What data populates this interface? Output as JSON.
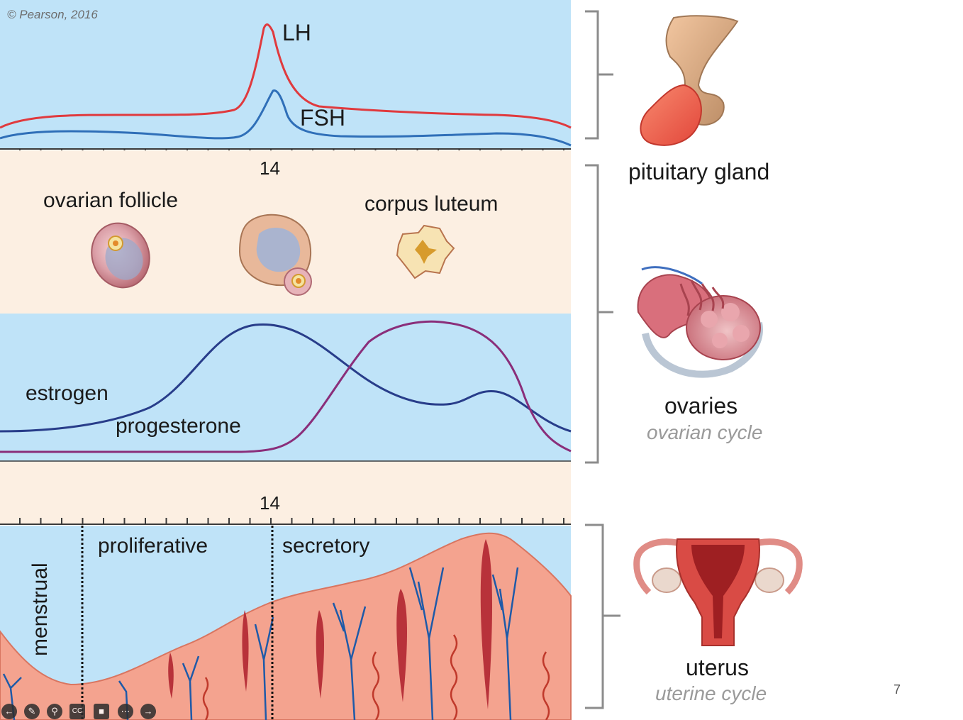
{
  "copyright": "© Pearson, 2016",
  "pituitary_panel": {
    "curve_labels": {
      "lh": "LH",
      "fsh": "FSH"
    },
    "colors": {
      "lh": "#e03a3e",
      "fsh": "#2f6fb8",
      "background": "#bfe3f8"
    }
  },
  "ovarian_panel": {
    "day_label": "14",
    "ovarian_follicle_label": "ovarian follicle",
    "corpus_luteum_label": "corpus luteum",
    "background": "#fcefe2"
  },
  "hormone_panel": {
    "estrogen_label": "estrogen",
    "progesterone_label": "progesterone",
    "colors": {
      "estrogen": "#283d8a",
      "progesterone": "#8a2e7a",
      "background": "#bfe3f8"
    }
  },
  "uterine_panel": {
    "day_label": "14",
    "menstrual_label": "menstrual",
    "proliferative_label": "proliferative",
    "secretory_label": "secretory",
    "colors": {
      "tissue": "#f4a38f",
      "vessels": "#1e5aa8",
      "arteries": "#c0392b"
    }
  },
  "organs": {
    "pituitary": {
      "name": "pituitary gland"
    },
    "ovaries": {
      "name": "ovaries",
      "cycle": "ovarian cycle"
    },
    "uterus": {
      "name": "uterus",
      "cycle": "uterine cycle"
    }
  },
  "slide_number": "7",
  "toolbar": {
    "icons": [
      "back-icon",
      "pen-icon",
      "zoom-icon",
      "captions-icon",
      "camera-icon",
      "more-icon",
      "forward-icon"
    ],
    "captions_label": "CC"
  }
}
